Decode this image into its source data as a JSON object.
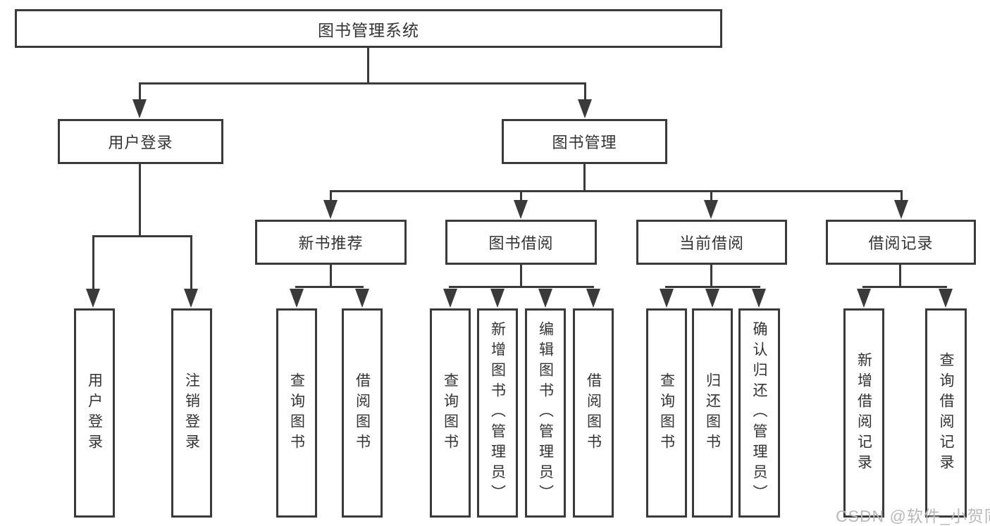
{
  "colors": {
    "line": "#3a3a3a",
    "text": "#333333",
    "watermark": "#b9b9b9",
    "background": "#ffffff"
  },
  "diagram": {
    "root": {
      "label": "图书管理系统"
    },
    "level2": [
      {
        "label": "用户登录"
      },
      {
        "label": "图书管理"
      }
    ],
    "level3": [
      {
        "label": "新书推荐"
      },
      {
        "label": "图书借阅"
      },
      {
        "label": "当前借阅"
      },
      {
        "label": "借阅记录"
      }
    ],
    "leaves": [
      {
        "label": "用户登录"
      },
      {
        "label": "注销登录"
      },
      {
        "label": "查询图书"
      },
      {
        "label": "借阅图书"
      },
      {
        "label": "查询图书"
      },
      {
        "label": "新增图书（管理员）"
      },
      {
        "label": "编辑图书（管理员）"
      },
      {
        "label": "借阅图书"
      },
      {
        "label": "查询图书"
      },
      {
        "label": "归还图书"
      },
      {
        "label": "确认归还（管理员）"
      },
      {
        "label": "新增借阅记录"
      },
      {
        "label": "查询借阅记录"
      }
    ]
  },
  "watermark": {
    "text": "CSDN @软件_小贺同学"
  }
}
